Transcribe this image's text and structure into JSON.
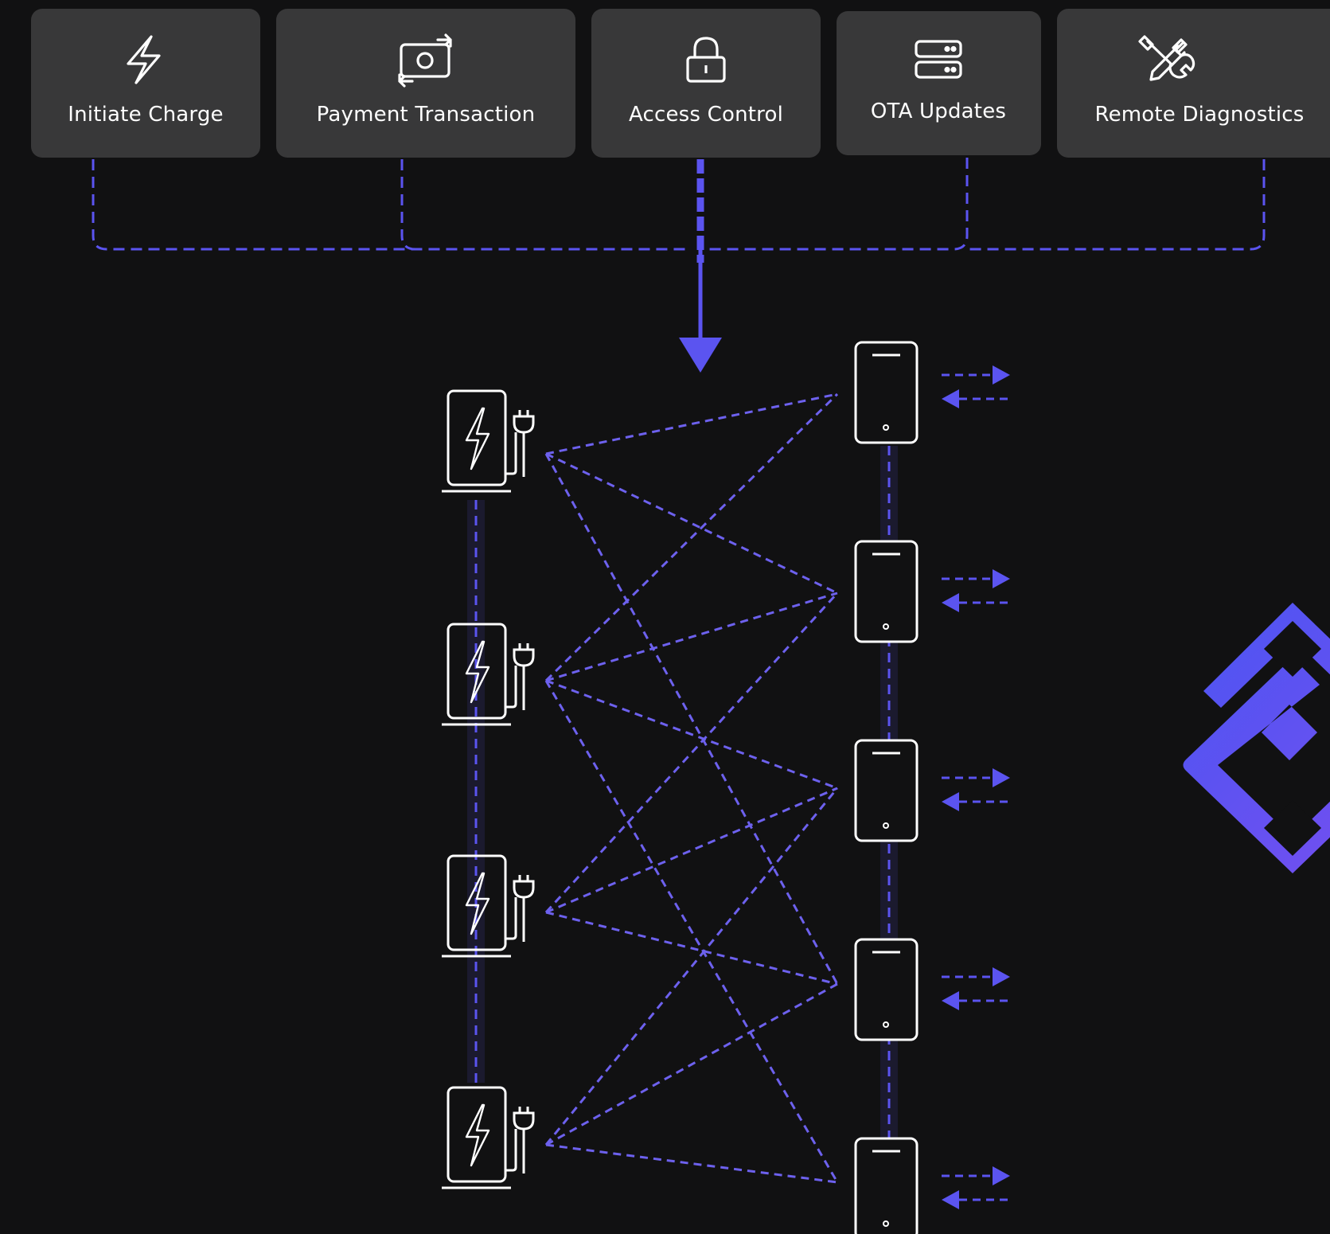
{
  "accent_color": "#5b54f0",
  "card_color": "#383839",
  "background_color": "#111112",
  "features": [
    {
      "label": "Initiate Charge",
      "icon": "lightning-bolt-icon"
    },
    {
      "label": "Payment Transaction",
      "icon": "money-exchange-icon"
    },
    {
      "label": "Access Control",
      "icon": "lock-icon"
    },
    {
      "label": "OTA Updates",
      "icon": "server-icon"
    },
    {
      "label": "Remote Diagnostics",
      "icon": "tools-icon"
    }
  ],
  "charging_stations": [
    {
      "icon": "ev-charger-icon"
    },
    {
      "icon": "ev-charger-icon"
    },
    {
      "icon": "ev-charger-icon"
    },
    {
      "icon": "ev-charger-icon"
    }
  ],
  "devices": [
    {
      "icon": "phone-icon"
    },
    {
      "icon": "phone-icon"
    },
    {
      "icon": "phone-icon"
    },
    {
      "icon": "phone-icon"
    },
    {
      "icon": "phone-icon"
    }
  ],
  "logo": {
    "icon": "diamond-logo-icon"
  }
}
